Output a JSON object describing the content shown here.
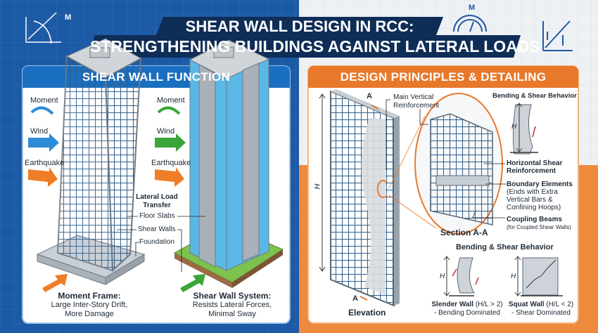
{
  "title": {
    "line1": "SHEAR WALL DESIGN IN RCC:",
    "line2": "STRENGTHENING BUILDINGS AGAINST LATERAL LOADS"
  },
  "colors": {
    "blue_bg": "#1d5aa6",
    "navy_banner": "#0e2d57",
    "left_header": "#1a6fc0",
    "right_header": "#e8782a",
    "wind_blue": "#2d8bd6",
    "green": "#3aa63a",
    "orange": "#ef7d28"
  },
  "corner_icons": {
    "left": "moment-axes-icon",
    "left_label": "M",
    "center": "gauge-icon",
    "center_label": "M",
    "right": "graph-arrow-icon"
  },
  "left_panel": {
    "header": "SHEAR WALL FUNCTION",
    "frame_loads": {
      "moment": "Moment",
      "wind": "Wind",
      "earthquake": "Earthquake"
    },
    "wall_loads": {
      "moment": "Moment",
      "wind": "Wind",
      "earthquake": "Earthquake"
    },
    "callouts": {
      "lateral_load_transfer_1": "Lateral Load",
      "lateral_load_transfer_2": "Transfer",
      "floor_slabs": "Floor Slabs",
      "shear_walls": "Shear Walls",
      "foundation": "Foundation"
    },
    "frame_caption": {
      "title": "Moment Frame:",
      "line1": "Large Inter-Story Drift,",
      "line2": "More Damage"
    },
    "wall_caption": {
      "title": "Shear Wall System:",
      "line1": "Resists Lateral Forces,",
      "line2": "Minimal Sway"
    }
  },
  "right_panel": {
    "header": "DESIGN PRINCIPLES & DETAILING",
    "elevation": {
      "label": "Elevation",
      "height": "H",
      "section_mark_top": "A",
      "section_mark_bottom": "A"
    },
    "main_vertical_1": "Main Vertical",
    "main_vertical_2": "Reinforcement",
    "section_label": "Section A-A",
    "top_behavior": {
      "title": "Bending & Shear Behavior",
      "height": "H"
    },
    "horizontal_1": "Horizontal Shear",
    "horizontal_2": "Reinforcement",
    "boundary_title": "Boundary Elements",
    "boundary_1": "(Ends with Extra",
    "boundary_2": "Vertical Bars &",
    "boundary_3": "Confining Hoops)",
    "coupling_title": "Coupling Beams",
    "coupling_sub": "(for Coupled Shear Walls)",
    "bottom_behavior": {
      "title": "Bending & Shear Behavior",
      "slender": {
        "height": "H",
        "title": "Slender Wall",
        "ratio": "(H/L > 2)",
        "sub": "- Bending Dominated"
      },
      "squat": {
        "height": "H",
        "title": "Squat Wall",
        "ratio": "(H/L < 2)",
        "sub": "- Shear Dominated"
      }
    }
  }
}
